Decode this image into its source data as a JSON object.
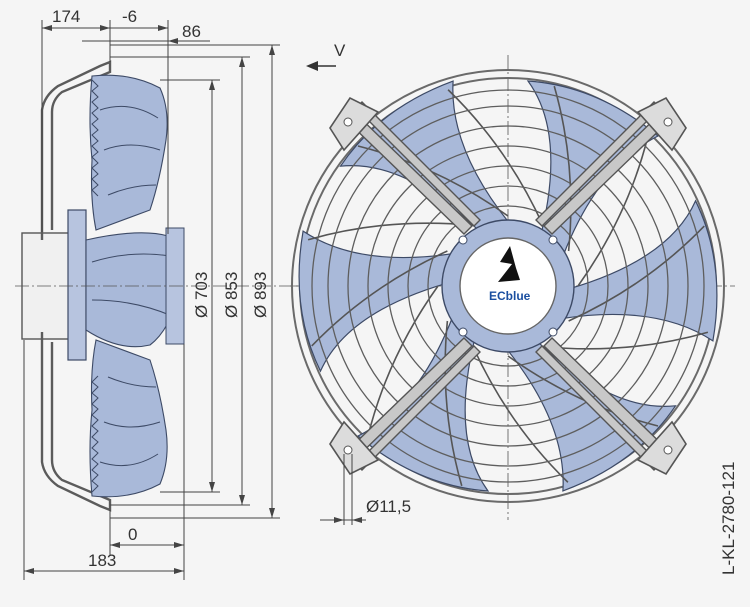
{
  "dimensions": {
    "side_depth": "174",
    "offset": "-6",
    "inlet_depth": "86",
    "diameter_blade": "Ø 703",
    "diameter_ring": "Ø 853",
    "diameter_outer": "Ø 893",
    "bottom_offset": "0",
    "overall_depth": "183",
    "hole_diameter": "Ø11,5"
  },
  "flow_label": "V",
  "logo_text": "ECblue",
  "drawing_code": "L-KL-2780-121",
  "colors": {
    "blade": "#a9b9d9",
    "blade_outline": "#3d4a66",
    "line": "#444444",
    "background": "#f5f5f5"
  }
}
